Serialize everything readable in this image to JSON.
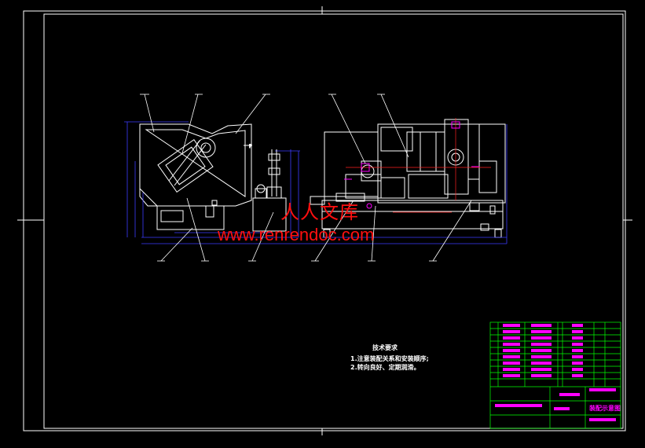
{
  "watermark": {
    "site_cn": "人人文库",
    "site_url": "www.renrendoc.com",
    "color": "#ff1010"
  },
  "technical_notes": {
    "title": "技术要求",
    "items": [
      "1.注意装配关系和安装顺序;",
      "2.转向良好、定期润滑。"
    ]
  },
  "title_block": {
    "drawing_title": "装配示意图"
  },
  "colors": {
    "background": "#000000",
    "frame": "#ffffff",
    "outline": "#ffffff",
    "dimension": "#3b3bff",
    "centerline": "#ff2020",
    "callout": "#ffffff",
    "accent": "#ff00ff",
    "title_grid": "#00ff00"
  }
}
